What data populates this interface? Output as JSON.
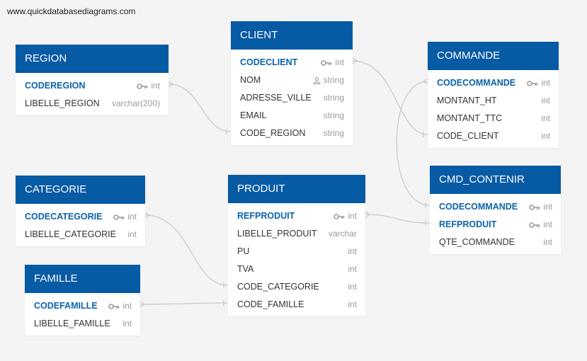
{
  "watermark": "www.quickdatabasediagrams.com",
  "tables": {
    "client": {
      "title": "CLIENT",
      "fields": [
        {
          "name": "CODECLIENT",
          "type": "int"
        },
        {
          "name": "NOM",
          "type": "string"
        },
        {
          "name": "ADRESSE_VILLE",
          "type": "string"
        },
        {
          "name": "EMAIL",
          "type": "string"
        },
        {
          "name": "CODE_REGION",
          "type": "string"
        }
      ]
    },
    "region": {
      "title": "REGION",
      "fields": [
        {
          "name": "CODEREGION",
          "type": "int"
        },
        {
          "name": "LIBELLE_REGION",
          "type": "varchar(200)"
        }
      ]
    },
    "commande": {
      "title": "COMMANDE",
      "fields": [
        {
          "name": "CODECOMMANDE",
          "type": "int"
        },
        {
          "name": "MONTANT_HT",
          "type": "int"
        },
        {
          "name": "MONTANT_TTC",
          "type": "int"
        },
        {
          "name": "CODE_CLIENT",
          "type": "int"
        }
      ]
    },
    "categorie": {
      "title": "CATEGORIE",
      "fields": [
        {
          "name": "CODECATEGORIE",
          "type": "int"
        },
        {
          "name": "LIBELLE_CATEGORIE",
          "type": "int"
        }
      ]
    },
    "produit": {
      "title": "PRODUIT",
      "fields": [
        {
          "name": "REFPRODUIT",
          "type": "int"
        },
        {
          "name": "LIBELLE_PRODUIT",
          "type": "varchar"
        },
        {
          "name": "PU",
          "type": "int"
        },
        {
          "name": "TVA",
          "type": "int"
        },
        {
          "name": "CODE_CATEGORIE",
          "type": "int"
        },
        {
          "name": "CODE_FAMILLE",
          "type": "int"
        }
      ]
    },
    "cmd_contenir": {
      "title": "CMD_CONTENIR",
      "fields": [
        {
          "name": "CODECOMMANDE",
          "type": "int"
        },
        {
          "name": "REFPRODUIT",
          "type": "int"
        },
        {
          "name": "QTE_COMMANDE",
          "type": "int"
        }
      ]
    },
    "famille": {
      "title": "FAMILLE",
      "fields": [
        {
          "name": "CODEFAMILLE",
          "type": "int"
        },
        {
          "name": "LIBELLE_FAMILLE",
          "type": "int"
        }
      ]
    }
  },
  "colors": {
    "header": "#075aa4",
    "primary_key_text": "#0a63ad",
    "type_text": "#9a9a9a",
    "connector": "#c8c8c8"
  }
}
